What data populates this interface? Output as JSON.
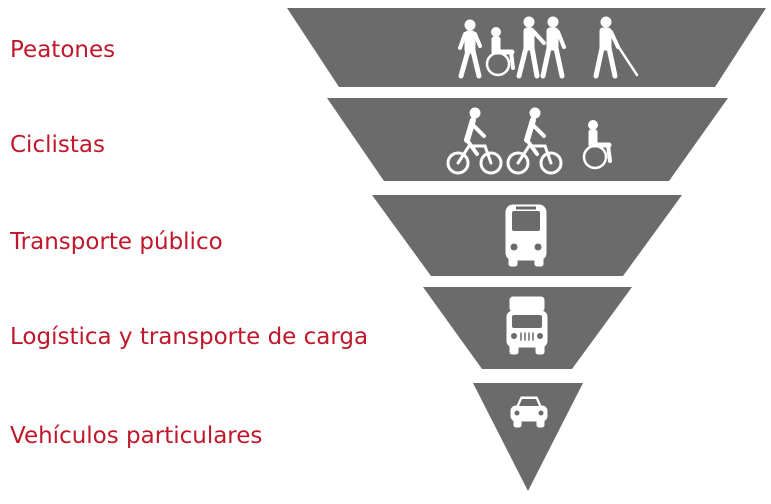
{
  "colors": {
    "label": "#c0172b",
    "band": "#6b6b6b",
    "icon": "#ffffff"
  },
  "tiers": [
    {
      "label": "Peatones",
      "icons": [
        "pedestrian-walking-icon",
        "wheelchair-user-icon",
        "pedestrians-assisting-icon",
        "blind-person-with-cane-icon"
      ]
    },
    {
      "label": "Ciclistas",
      "icons": [
        "cyclist-icon",
        "cyclist-icon",
        "wheelchair-user-icon"
      ]
    },
    {
      "label": "Transporte público",
      "icons": [
        "bus-icon"
      ]
    },
    {
      "label": "Logística y transporte de carga",
      "icons": [
        "truck-icon"
      ]
    },
    {
      "label": "Vehículos particulares",
      "icons": [
        "car-icon"
      ]
    }
  ]
}
